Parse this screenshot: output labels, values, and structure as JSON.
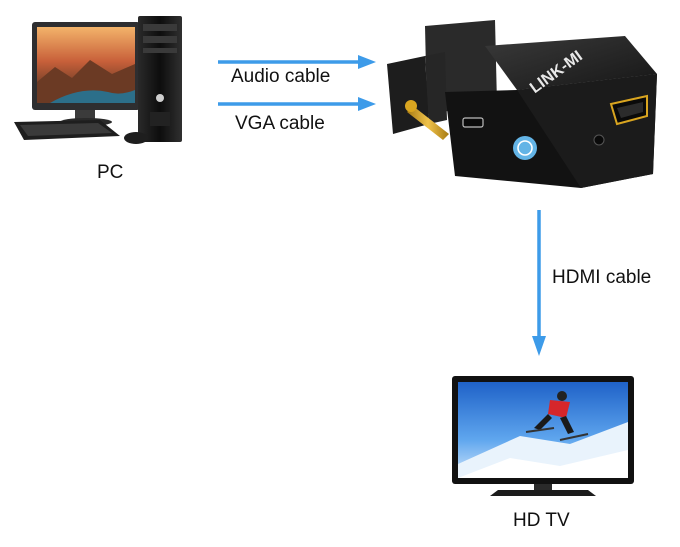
{
  "nodes": {
    "pc": {
      "label": "PC"
    },
    "adapter": {
      "brand_text": "LINK-MI"
    },
    "tv": {
      "label": "HD TV"
    }
  },
  "connections": {
    "audio": {
      "label": "Audio cable"
    },
    "vga": {
      "label": "VGA cable"
    },
    "hdmi": {
      "label": "HDMI cable"
    }
  },
  "colors": {
    "arrow": "#3d9be9",
    "device_black": "#1b1b1b",
    "connector_gold": "#d9a520",
    "badge_blue": "#63b4e6"
  },
  "icons": {
    "pc": "desktop-computer-icon",
    "adapter": "vga-to-hdmi-adapter-icon",
    "tv": "flat-tv-icon"
  }
}
